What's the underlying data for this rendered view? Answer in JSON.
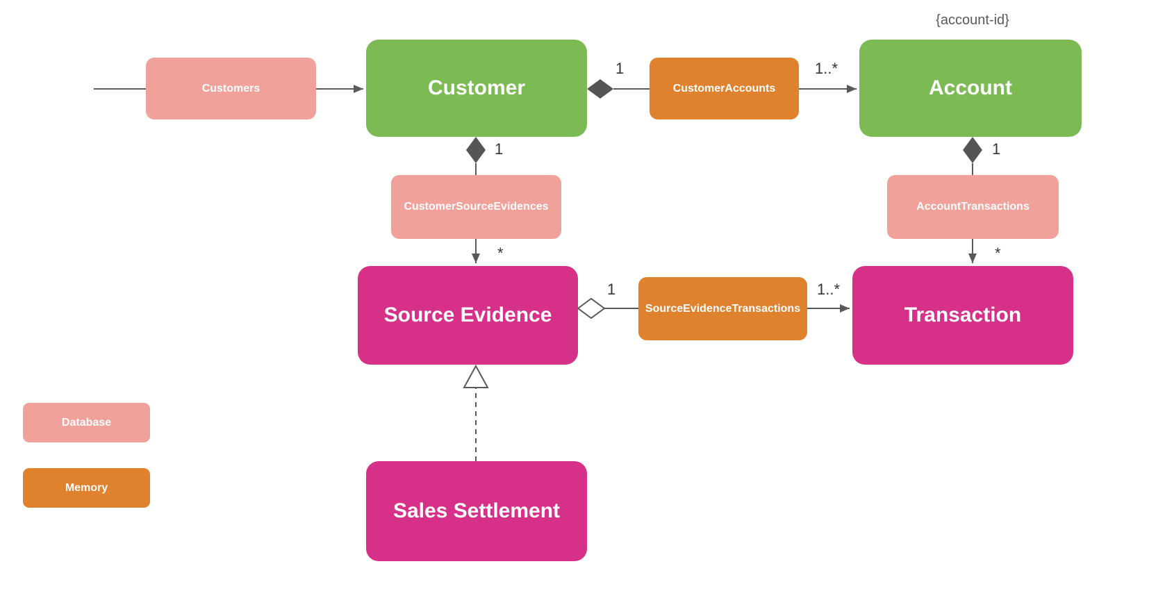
{
  "diagram": {
    "annotation_account_id": "{account-id}",
    "nodes": {
      "customer": "Customer",
      "account": "Account",
      "source_evidence": "Source Evidence",
      "transaction": "Transaction",
      "sales_settlement": "Sales Settlement"
    },
    "relations": {
      "customers": "Customers",
      "customer_accounts": "CustomerAccounts",
      "customer_source_evidences": "CustomerSourceEvidences",
      "account_transactions": "AccountTransactions",
      "source_evidence_transactions": "SourceEvidenceTransactions"
    },
    "multiplicities": {
      "customer_to_customer_accounts": "1",
      "customer_accounts_to_account": "1..*",
      "customer_to_customer_source_evidences": "1",
      "customer_source_evidences_to_source_evidence": "*",
      "source_evidence_to_source_evidence_transactions": "1",
      "source_evidence_transactions_to_transaction": "1..*",
      "account_to_account_transactions": "1",
      "account_transactions_to_transaction": "*"
    },
    "legend": {
      "database": "Database",
      "memory": "Memory"
    },
    "colors": {
      "entity_green": "#7cba53",
      "entity_magenta": "#d63089",
      "relation_salmon": "#f0a19a",
      "relation_orange": "#e0812d",
      "connector_gray": "#595959"
    }
  }
}
